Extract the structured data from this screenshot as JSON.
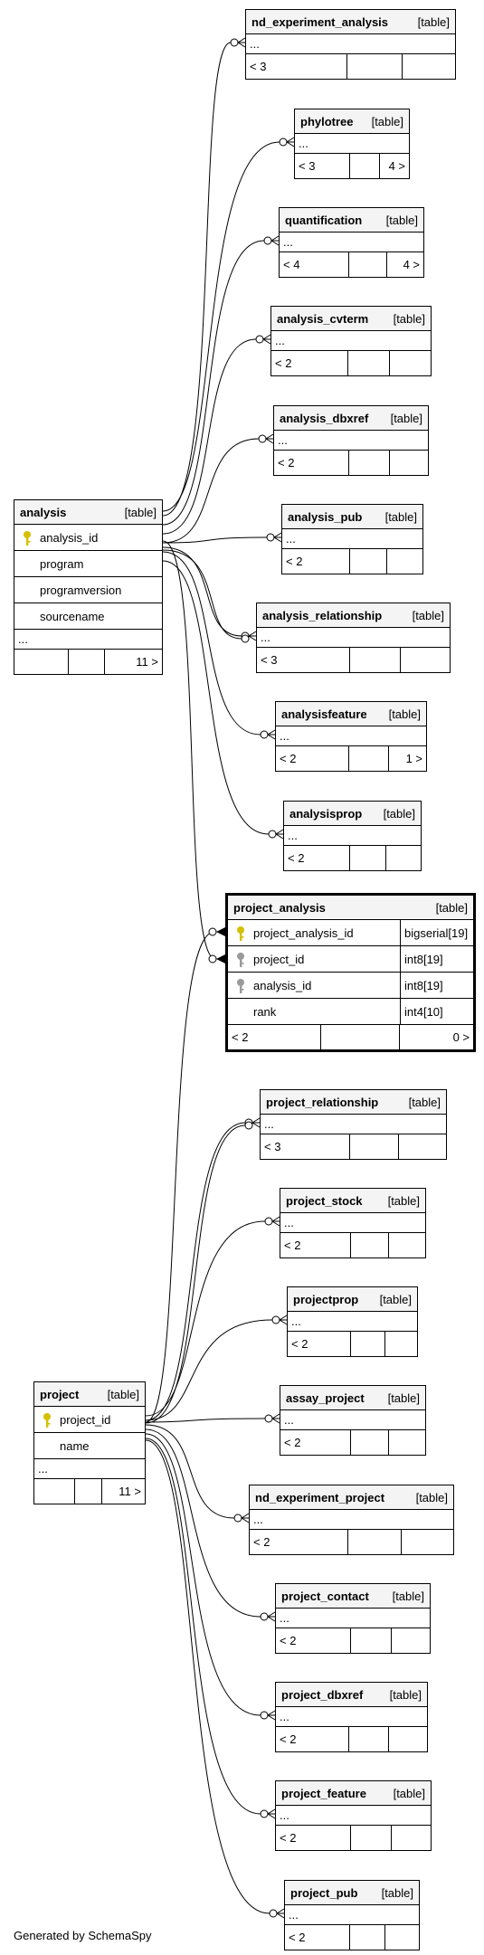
{
  "analysis": {
    "name": "analysis",
    "tag": "[table]",
    "columns": [
      "analysis_id",
      "program",
      "programversion",
      "sourcename"
    ],
    "ellipsis": "...",
    "foot": [
      "",
      "",
      "11 >"
    ]
  },
  "project": {
    "name": "project",
    "tag": "[table]",
    "columns": [
      "project_id",
      "name"
    ],
    "ellipsis": "...",
    "foot": [
      "",
      "",
      "11 >"
    ]
  },
  "project_analysis": {
    "name": "project_analysis",
    "tag": "[table]",
    "columns": [
      {
        "name": "project_analysis_id",
        "type": "bigserial[19]",
        "key": "primary"
      },
      {
        "name": "project_id",
        "type": "int8[19]",
        "key": "foreign"
      },
      {
        "name": "analysis_id",
        "type": "int8[19]",
        "key": "foreign"
      },
      {
        "name": "rank",
        "type": "int4[10]",
        "key": ""
      }
    ],
    "foot": [
      "< 2",
      "",
      "0 >"
    ]
  },
  "related_tables": [
    {
      "name": "nd_experiment_analysis",
      "tag": "[table]",
      "ellipsis": "...",
      "foot": [
        "< 3",
        "",
        ""
      ]
    },
    {
      "name": "phylotree",
      "tag": "[table]",
      "ellipsis": "...",
      "foot": [
        "< 3",
        "",
        "4 >"
      ]
    },
    {
      "name": "quantification",
      "tag": "[table]",
      "ellipsis": "...",
      "foot": [
        "< 4",
        "",
        "4 >"
      ]
    },
    {
      "name": "analysis_cvterm",
      "tag": "[table]",
      "ellipsis": "...",
      "foot": [
        "< 2",
        "",
        ""
      ]
    },
    {
      "name": "analysis_dbxref",
      "tag": "[table]",
      "ellipsis": "...",
      "foot": [
        "< 2",
        "",
        ""
      ]
    },
    {
      "name": "analysis_pub",
      "tag": "[table]",
      "ellipsis": "...",
      "foot": [
        "< 2",
        "",
        ""
      ]
    },
    {
      "name": "analysis_relationship",
      "tag": "[table]",
      "ellipsis": "...",
      "foot": [
        "< 3",
        "",
        ""
      ]
    },
    {
      "name": "analysisfeature",
      "tag": "[table]",
      "ellipsis": "...",
      "foot": [
        "< 2",
        "",
        "1 >"
      ]
    },
    {
      "name": "analysisprop",
      "tag": "[table]",
      "ellipsis": "...",
      "foot": [
        "< 2",
        "",
        ""
      ]
    },
    {
      "name": "project_relationship",
      "tag": "[table]",
      "ellipsis": "...",
      "foot": [
        "< 3",
        "",
        ""
      ]
    },
    {
      "name": "project_stock",
      "tag": "[table]",
      "ellipsis": "...",
      "foot": [
        "< 2",
        "",
        ""
      ]
    },
    {
      "name": "projectprop",
      "tag": "[table]",
      "ellipsis": "...",
      "foot": [
        "< 2",
        "",
        ""
      ]
    },
    {
      "name": "assay_project",
      "tag": "[table]",
      "ellipsis": "...",
      "foot": [
        "< 2",
        "",
        ""
      ]
    },
    {
      "name": "nd_experiment_project",
      "tag": "[table]",
      "ellipsis": "...",
      "foot": [
        "< 2",
        "",
        ""
      ]
    },
    {
      "name": "project_contact",
      "tag": "[table]",
      "ellipsis": "...",
      "foot": [
        "< 2",
        "",
        ""
      ]
    },
    {
      "name": "project_dbxref",
      "tag": "[table]",
      "ellipsis": "...",
      "foot": [
        "< 2",
        "",
        ""
      ]
    },
    {
      "name": "project_feature",
      "tag": "[table]",
      "ellipsis": "...",
      "foot": [
        "< 2",
        "",
        ""
      ]
    },
    {
      "name": "project_pub",
      "tag": "[table]",
      "ellipsis": "...",
      "foot": [
        "< 2",
        "",
        ""
      ]
    }
  ],
  "colors": {
    "primary_key": "#d4c000",
    "foreign_key": "#9a9a9a",
    "line": "#000000"
  },
  "footer": "Generated by SchemaSpy"
}
